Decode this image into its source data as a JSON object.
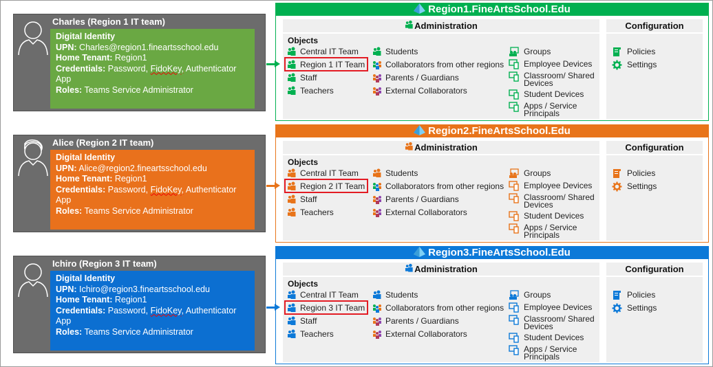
{
  "colors": {
    "green": "#00b050",
    "orange": "#e8741a",
    "blue": "#0c79d8",
    "person_green": "#6aa843",
    "person_orange": "#e9711c",
    "person_blue": "#0c6fd1",
    "highlight": "#e31b23"
  },
  "persons": [
    {
      "name": "Charles (Region 1 IT team)",
      "color": "#6aa843",
      "avatar": "male",
      "identity_label": "Digital Identity",
      "upn_label": "UPN:",
      "upn": "Charles@region1.fineartsschool.edu",
      "tenant_label": "Home Tenant:",
      "tenant": "Region1",
      "cred_label": "Credentials:",
      "cred_1": "Password,",
      "cred_2": "FidoKey,",
      "cred_3": "Authenticator App",
      "roles_label": "Roles:",
      "roles": "Teams Service Administrator"
    },
    {
      "name": "Alice (Region 2 IT team)",
      "color": "#e9711c",
      "avatar": "female",
      "identity_label": "Digital Identity",
      "upn_label": "UPN:",
      "upn": "Alice@region2.fineartsschool.edu",
      "tenant_label": "Home Tenant:",
      "tenant": "Region1",
      "cred_label": "Credentials:",
      "cred_1": "Password,",
      "cred_2": "FidoKey,",
      "cred_3": "Authenticator App",
      "roles_label": "Roles:",
      "roles": "Teams Service Administrator"
    },
    {
      "name": "Ichiro (Region 3 IT team)",
      "color": "#0c6fd1",
      "avatar": "male",
      "identity_label": "Digital Identity",
      "upn_label": "UPN:",
      "upn": "Ichiro@region3.fineartsschool.edu",
      "tenant_label": "Home Tenant:",
      "tenant": "Region1",
      "cred_label": "Credentials:",
      "cred_1": "Password,",
      "cred_2": "FidoKey,",
      "cred_3": "Authenticator App",
      "roles_label": "Roles:",
      "roles": "Teams Service Administrator"
    }
  ],
  "regions": [
    {
      "title": "Region1.FineArtsSchool.Edu",
      "color": "#00b050",
      "administration": "Administration",
      "configuration": "Configuration",
      "objects_label": "Objects",
      "objects": [
        "Central IT Team",
        "Region 1 IT Team",
        "Staff",
        "Teachers",
        "Students",
        "Collaborators from other regions",
        "Parents / Guardians",
        "External Collaborators"
      ],
      "devices": [
        "Groups",
        "Employee Devices",
        "Classroom/ Shared Devices",
        "Student Devices",
        "Apps / Service Principals"
      ],
      "config": [
        "Policies",
        "Settings"
      ],
      "highlighted": "Region 1 IT Team"
    },
    {
      "title": "Region2.FineArtsSchool.Edu",
      "color": "#e8741a",
      "administration": "Administration",
      "configuration": "Configuration",
      "objects_label": "Objects",
      "objects": [
        "Central IT Team",
        "Region 2 IT Team",
        "Staff",
        "Teachers",
        "Students",
        "Collaborators from other regions",
        "Parents / Guardians",
        "External Collaborators"
      ],
      "devices": [
        "Groups",
        "Employee Devices",
        "Classroom/ Shared Devices",
        "Student Devices",
        "Apps / Service Principals"
      ],
      "config": [
        "Policies",
        "Settings"
      ],
      "highlighted": "Region 2 IT Team"
    },
    {
      "title": "Region3.FineArtsSchool.Edu",
      "color": "#0c79d8",
      "administration": "Administration",
      "configuration": "Configuration",
      "objects_label": "Objects",
      "objects": [
        "Central IT Team",
        "Region 3 IT Team",
        "Staff",
        "Teachers",
        "Students",
        "Collaborators from other regions",
        "Parents / Guardians",
        "External Collaborators"
      ],
      "devices": [
        "Groups",
        "Employee Devices",
        "Classroom/ Shared Devices",
        "Student Devices",
        "Apps / Service Principals"
      ],
      "config": [
        "Policies",
        "Settings"
      ],
      "highlighted": "Region 3 IT Team"
    }
  ]
}
